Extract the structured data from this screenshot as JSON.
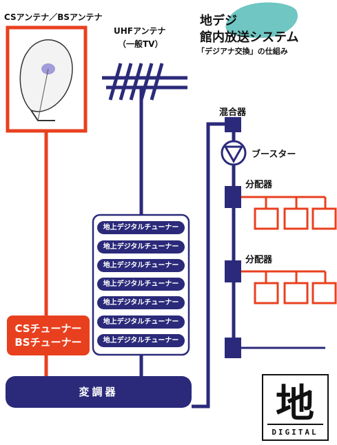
{
  "labels": {
    "cs_bs_antenna": "CSアンテナ／BSアンテナ",
    "uhf_line1": "UHFアンテナ",
    "uhf_line2": "（一般TV）",
    "mixer": "混合器",
    "booster": "ブースター",
    "splitter_1": "分配器",
    "splitter_2": "分配器"
  },
  "title": {
    "line1": "地デジ",
    "line2": "館内放送システム",
    "line3": "「デジアナ交換」の仕組み"
  },
  "tuners": [
    "地上デジタルチューナー",
    "地上デジタルチューナー",
    "地上デジタルチューナー",
    "地上デジタルチューナー",
    "地上デジタルチューナー",
    "地上デジタルチューナー",
    "地上デジタルチューナー"
  ],
  "cs_tuner": {
    "line1": "CSチューナー",
    "line2": "BSチューナー"
  },
  "modulator": "変調器",
  "logo": {
    "main": "地",
    "sub": "DIGITAL"
  },
  "colors": {
    "orange": "#e8401f",
    "navy": "#2b2a7a",
    "teal_blob": "#6fc6c2"
  }
}
